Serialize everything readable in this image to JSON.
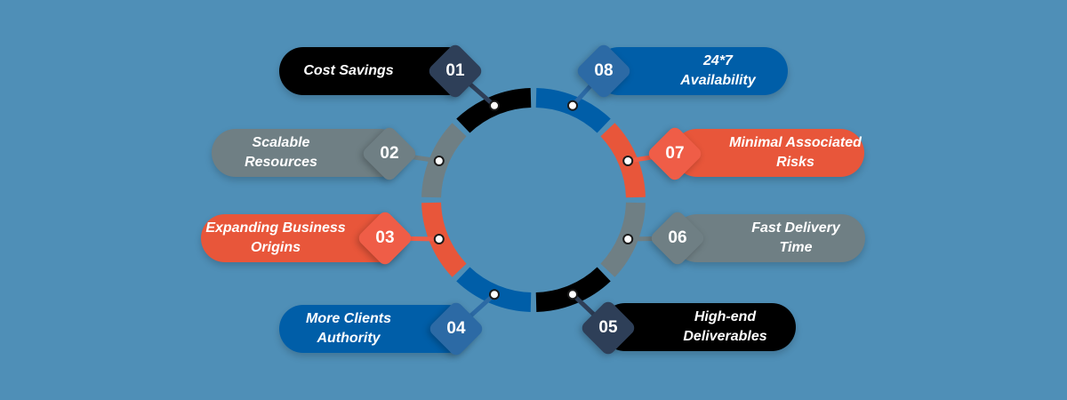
{
  "items": [
    {
      "num": "01",
      "label": "Cost Savings",
      "color": "#000000",
      "badge_color": "#2e3f58"
    },
    {
      "num": "02",
      "label": "Scalable\nResources",
      "color": "#6f7f84",
      "badge_color": "#6f7f84"
    },
    {
      "num": "03",
      "label": "Expanding Business\nOrigins",
      "color": "#e8563a",
      "badge_color": "#ef5d47"
    },
    {
      "num": "04",
      "label": "More Clients\nAuthority",
      "color": "#005ea8",
      "badge_color": "#2c6aa5"
    },
    {
      "num": "05",
      "label": "High-end\nDeliverables",
      "color": "#000000",
      "badge_color": "#2e3f58"
    },
    {
      "num": "06",
      "label": "Fast Delivery\nTime",
      "color": "#6f7f84",
      "badge_color": "#6f7f84"
    },
    {
      "num": "07",
      "label": "Minimal Associated\nRisks",
      "color": "#e8563a",
      "badge_color": "#ef5d47"
    },
    {
      "num": "08",
      "label": "24*7\nAvailability",
      "color": "#005ea8",
      "badge_color": "#2c6aa5"
    }
  ]
}
